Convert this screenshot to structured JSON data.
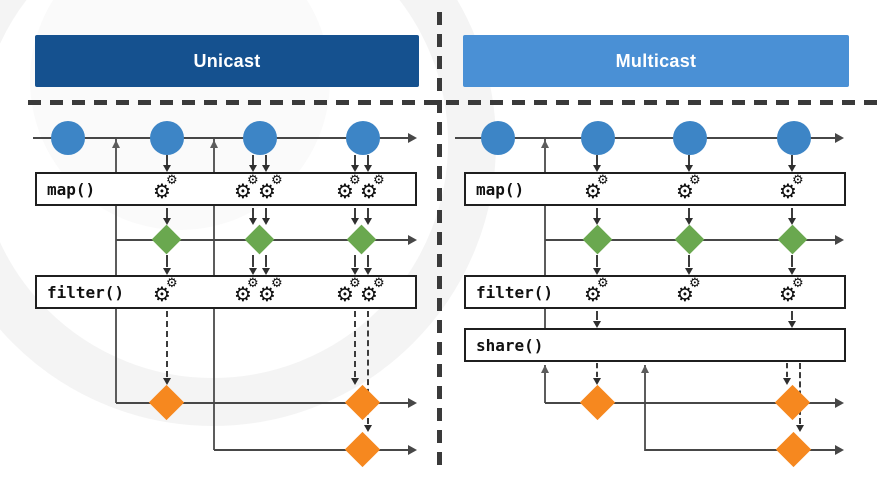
{
  "headers": {
    "unicast": "Unicast",
    "multicast": "Multicast"
  },
  "operators": {
    "map": "map()",
    "filter": "filter()",
    "share": "share()"
  },
  "icons": {
    "gear": "⚙"
  },
  "colors": {
    "unicast_header": "#15518f",
    "multicast_header": "#4a90d5",
    "source_marble_blue": "#3d85c6",
    "mapped_marble_green": "#6aa84f",
    "result_marble_orange": "#f6881f",
    "line_gray": "#474747"
  }
}
